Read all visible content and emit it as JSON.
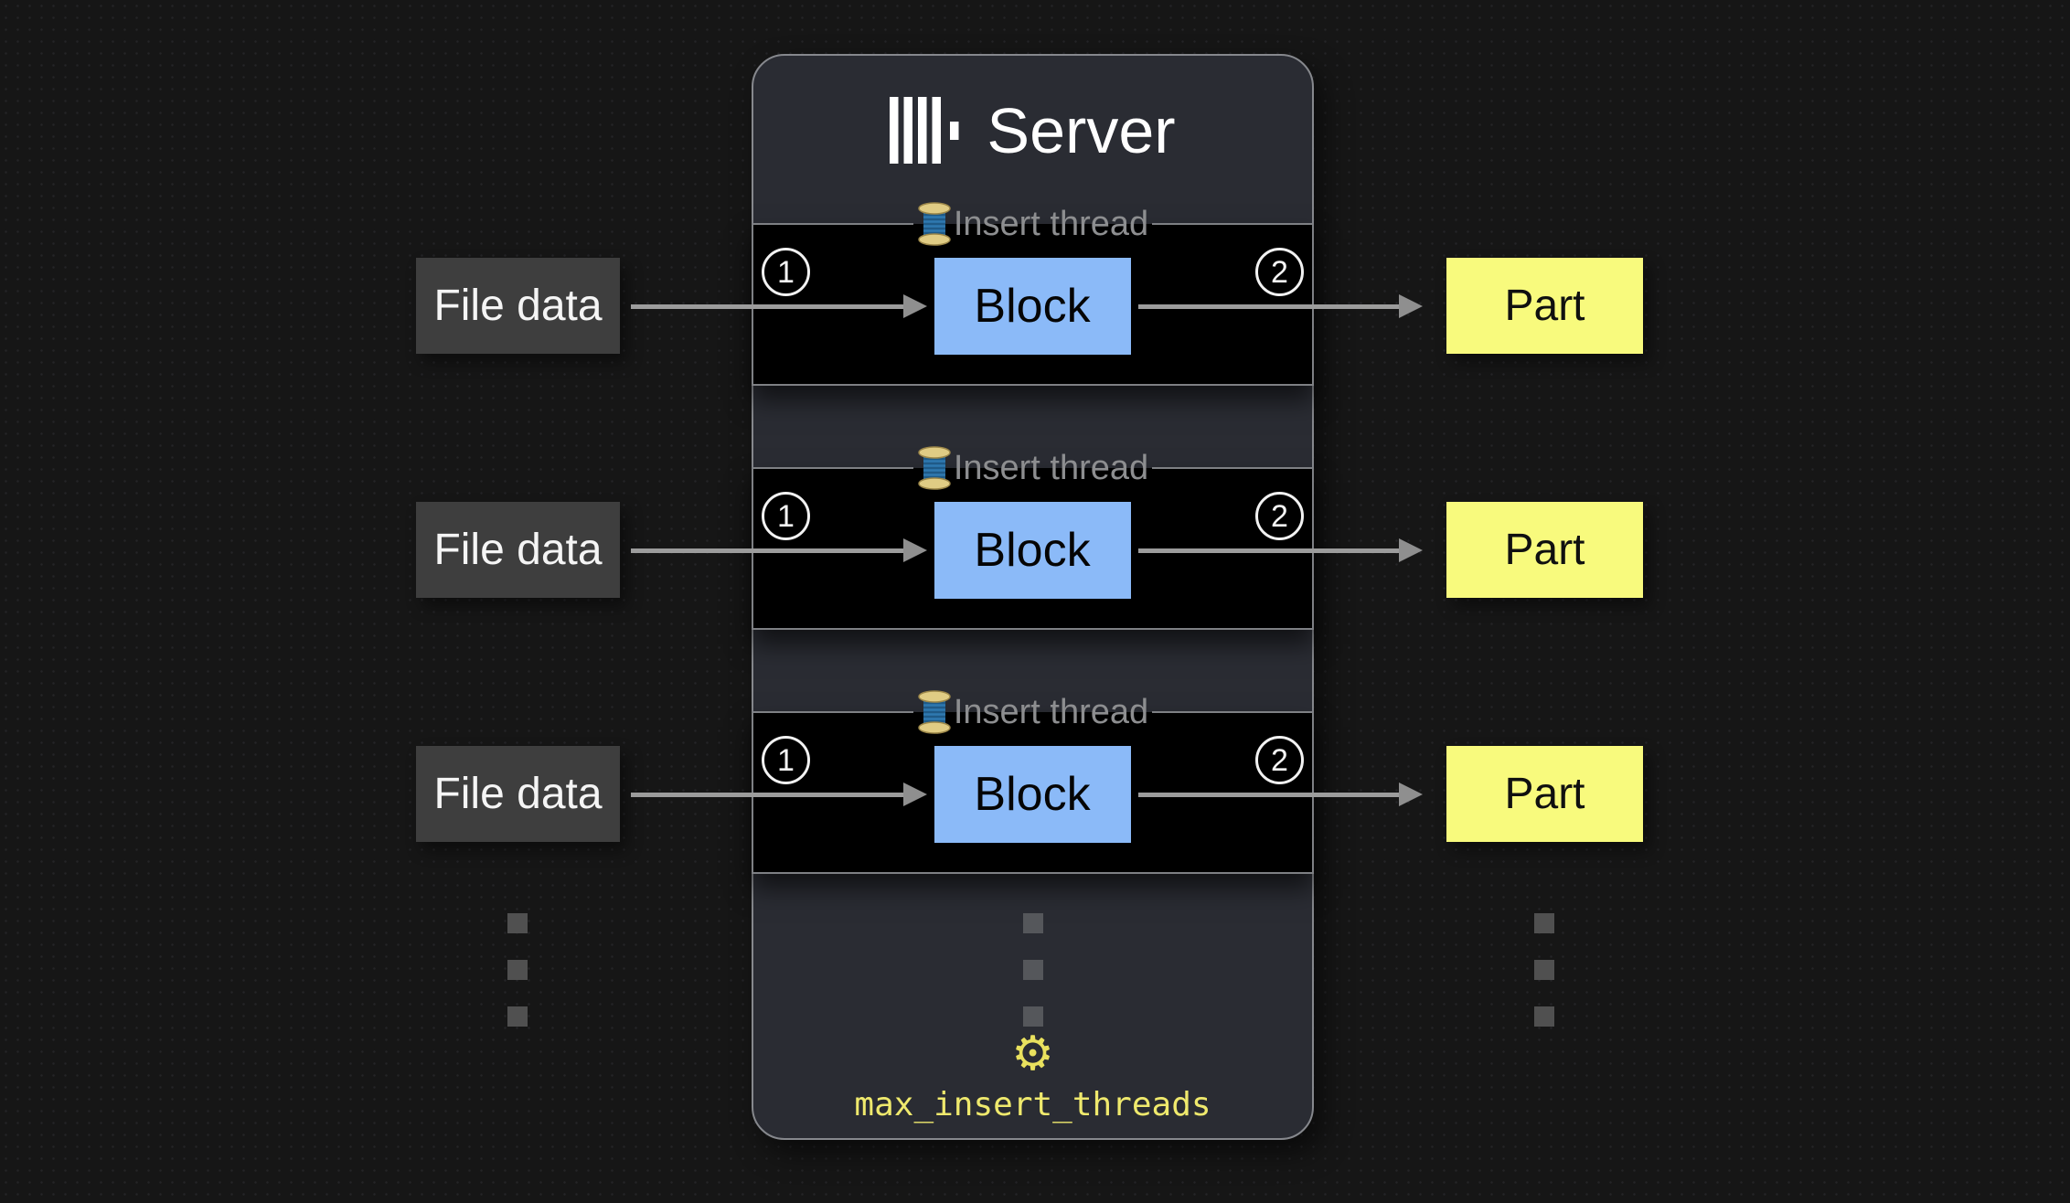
{
  "diagram": {
    "server": {
      "title": "Server",
      "logo_icon": "clickhouse-logo-icon",
      "threads": [
        {
          "legend": "Insert thread",
          "legend_icon": "thread-spool-icon",
          "step_in": "1",
          "block": "Block",
          "step_out": "2"
        },
        {
          "legend": "Insert thread",
          "legend_icon": "thread-spool-icon",
          "step_in": "1",
          "block": "Block",
          "step_out": "2"
        },
        {
          "legend": "Insert thread",
          "legend_icon": "thread-spool-icon",
          "step_in": "1",
          "block": "Block",
          "step_out": "2"
        }
      ],
      "config": {
        "icon": "gear-icon",
        "glyph": "⚙︎",
        "label": "max_insert_threads"
      }
    },
    "inputs": [
      "File data",
      "File data",
      "File data"
    ],
    "outputs": [
      "Part",
      "Part",
      "Part"
    ],
    "colors": {
      "page_bg": "#161616",
      "server_bg": "#2a2c33",
      "server_border": "#86888d",
      "row_bg": "#000000",
      "row_border": "#7e8084",
      "block_fill": "#8bbaf8",
      "file_fill": "#3e3e3e",
      "part_fill": "#f8fa7d",
      "arrow": "#9c9c9c",
      "legend_text": "#8d8e90",
      "config_yellow": "#efe96d"
    }
  }
}
